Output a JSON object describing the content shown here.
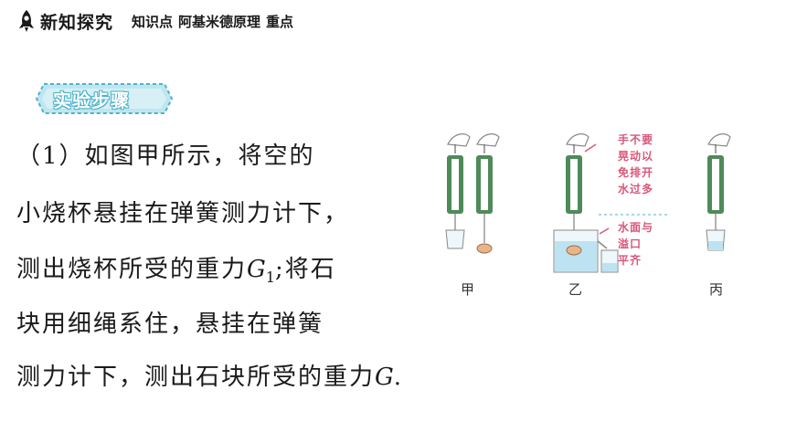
{
  "header": {
    "section_title": "新知探究",
    "topic_label": "知识点",
    "topic_name": "阿基米德原理",
    "emphasis": "重点"
  },
  "tag": {
    "label": "实验步骤"
  },
  "paragraph": {
    "line1": "（1）如图甲所示，将空的",
    "line2": "小烧杯悬挂在弹簧测力计下，",
    "line3_pre": "测出烧杯所受的重力",
    "line3_var": "G",
    "line3_sub": "1",
    "line3_post": ";将石",
    "line4": "块用细绳系住，悬挂在弹簧",
    "line5_pre": "测力计下，测出石块所受的重力",
    "line5_var": "G",
    "line5_post": "."
  },
  "figure": {
    "captions": [
      "甲",
      "乙",
      "丙"
    ],
    "note_top": [
      "手不要",
      "晃动以",
      "免排开",
      "水过多"
    ],
    "note_bottom": [
      "水面与",
      "溢口",
      "平齐"
    ]
  },
  "colors": {
    "tag_fill": "#bfe6ef",
    "tag_border": "#4fb3c9",
    "scale_green": "#4f8a5a",
    "water_blue": "#bde3f2",
    "note_pink": "#d9577a"
  }
}
